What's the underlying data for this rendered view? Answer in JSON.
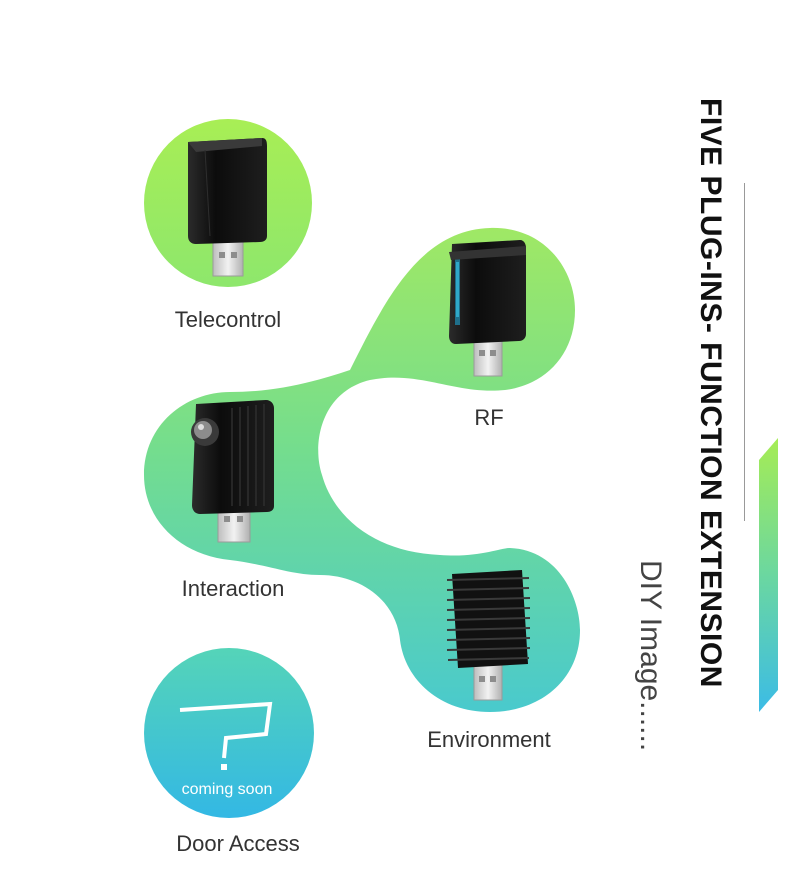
{
  "title": "FIVE PLUG-INS- FUNCTION EXTENSION",
  "subtitle": "DIY Image......",
  "plugins": [
    {
      "label": "Telecontrol"
    },
    {
      "label": "RF"
    },
    {
      "label": "Interaction"
    },
    {
      "label": "Environment"
    },
    {
      "label": "Door Access",
      "badge": "coming soon"
    }
  ],
  "colors": {
    "gradient_top": "#a3ea5a",
    "gradient_mid": "#5ed8a0",
    "gradient_bottom": "#3fc0e0",
    "device_body": "#111111",
    "usb_metal": "#d9d9d9"
  },
  "icons": [
    "usb-device-icon",
    "question-mark-icon"
  ]
}
